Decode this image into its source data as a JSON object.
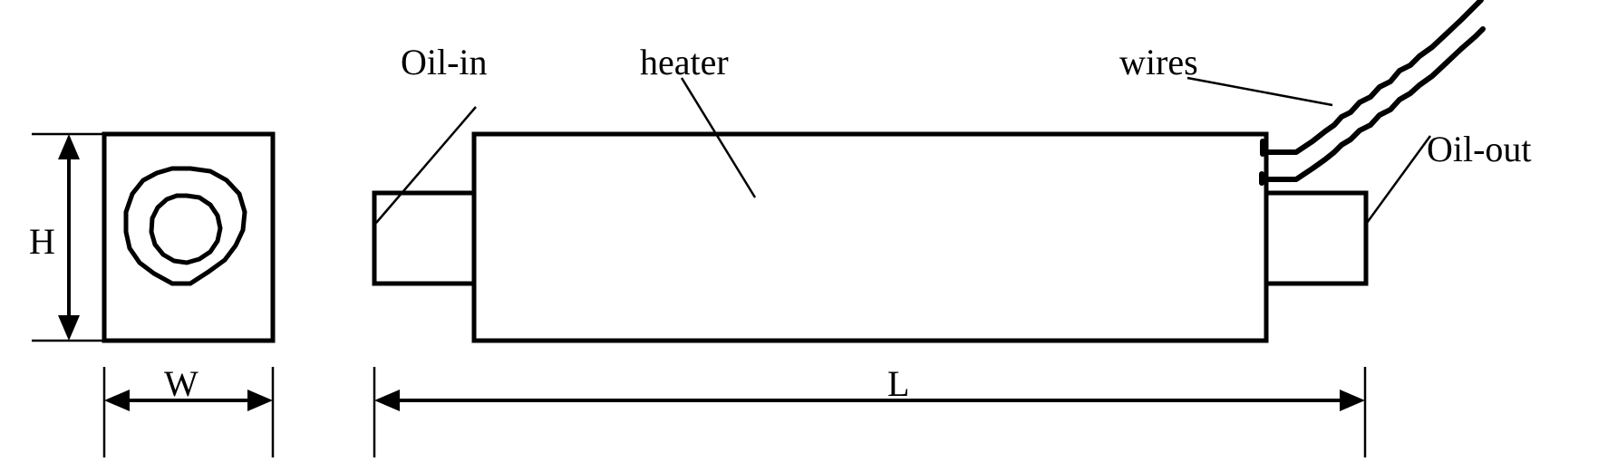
{
  "labels": {
    "oil_in": "Oil-in",
    "heater": "heater",
    "wires": "wires",
    "oil_out": "Oil-out",
    "height": "H",
    "width": "W",
    "length": "L"
  }
}
